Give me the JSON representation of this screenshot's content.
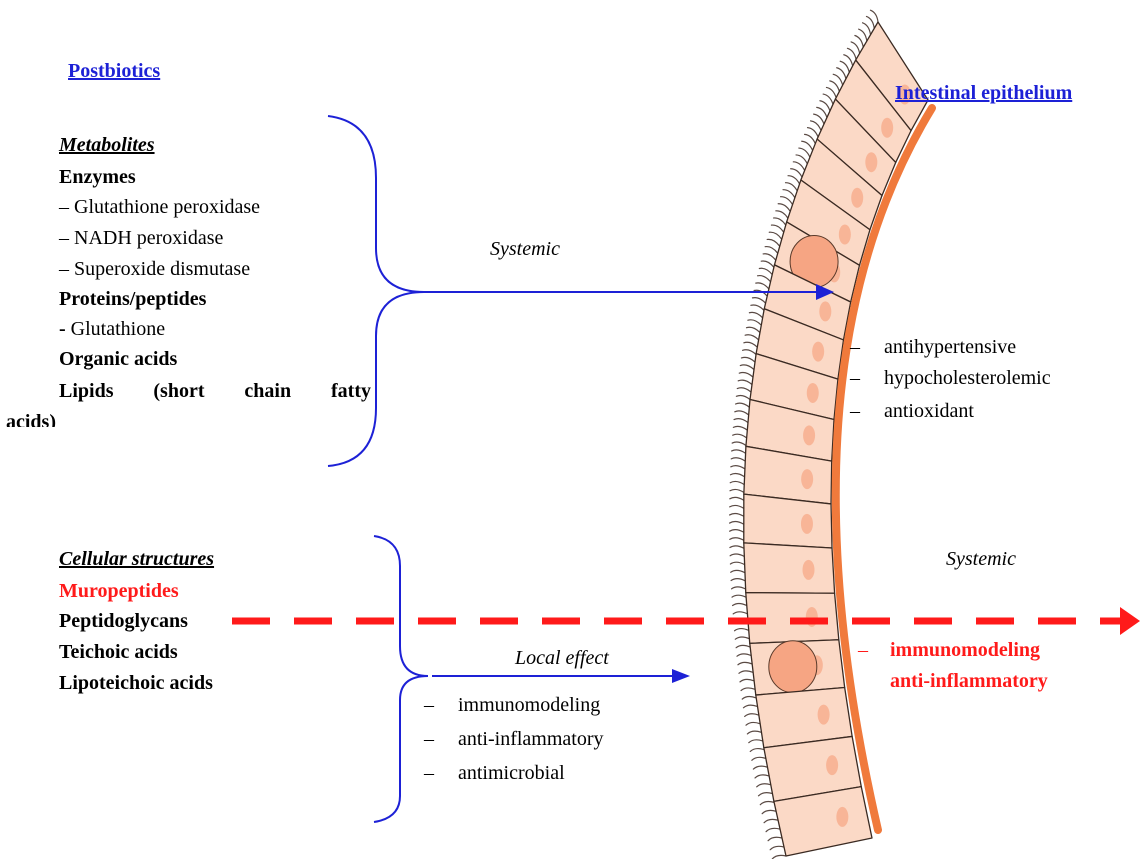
{
  "title": "Postbiotics",
  "epithelium_label": "Intestinal epithelium",
  "metabolites": {
    "heading": "Metabolites",
    "enzymes_heading": "Enzymes",
    "enzymes": [
      "– Glutathione peroxidase",
      "– NADH peroxidase",
      "– Superoxide dismutase"
    ],
    "proteins_heading": "Proteins/peptides",
    "proteins_dash": "-",
    "proteins_item": " Glutathione",
    "organic_acids": "Organic acids",
    "lipids_line1": "Lipids (short chain fatty",
    "lipids_line2": "acids)"
  },
  "systemic_top": "Systemic",
  "systemic_effects": [
    {
      "dash": "–",
      "text": "antihypertensive"
    },
    {
      "dash": "–",
      "text": "hypocholesterolemic"
    },
    {
      "dash": "–",
      "text": "antioxidant"
    }
  ],
  "cellular": {
    "heading": "Cellular structures",
    "items": [
      {
        "text": "Muropeptides",
        "color": "#ff1a1a"
      },
      {
        "text": "Peptidoglycans",
        "color": "#000000"
      },
      {
        "text": "Teichoic acids",
        "color": "#000000"
      },
      {
        "text": "Lipoteichoic acids",
        "color": "#000000"
      }
    ]
  },
  "local_effect_label": "Local effect",
  "local_effects": [
    {
      "dash": "–",
      "text": "immunomodeling"
    },
    {
      "dash": "–",
      "text": "anti-inflammatory"
    },
    {
      "dash": "–",
      "text": "antimicrobial"
    }
  ],
  "systemic_bottom": "Systemic",
  "systemic_red_effects": [
    {
      "dash": "–",
      "text": "immunomodeling"
    },
    {
      "dash": "",
      "text": "anti-inflammatory"
    }
  ],
  "colors": {
    "blue": "#1d21d6",
    "red": "#ff1a1a",
    "cell_fill": "#fbd9c6",
    "cell_nucleus": "#f6a583",
    "membrane": "#f07a3c"
  }
}
